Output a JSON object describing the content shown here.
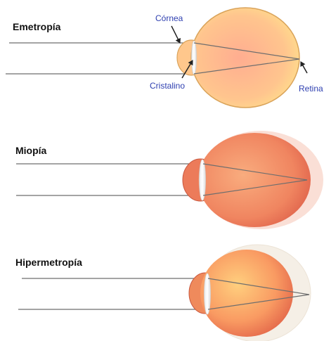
{
  "panels": [
    {
      "title": "Emetropía"
    },
    {
      "title": "Miopía"
    },
    {
      "title": "Hipermetropía"
    }
  ],
  "labels": {
    "cornea": "Córnea",
    "cristalino": "Cristalino",
    "retina": "Retina"
  },
  "colors": {
    "label_text": "#2e3fb0",
    "ray_line": "#6e6e6e",
    "emetropia_eye_center": "#ffad90",
    "emetropia_eye_edge": "#ffd98a",
    "eye_outline": "#d9a35a",
    "myopia_eye_center": "#f79d72",
    "myopia_eye_edge": "#e2664e",
    "hyperopia_eye_center": "#ffc47c",
    "hyperopia_eye_edge": "#e8704e"
  }
}
